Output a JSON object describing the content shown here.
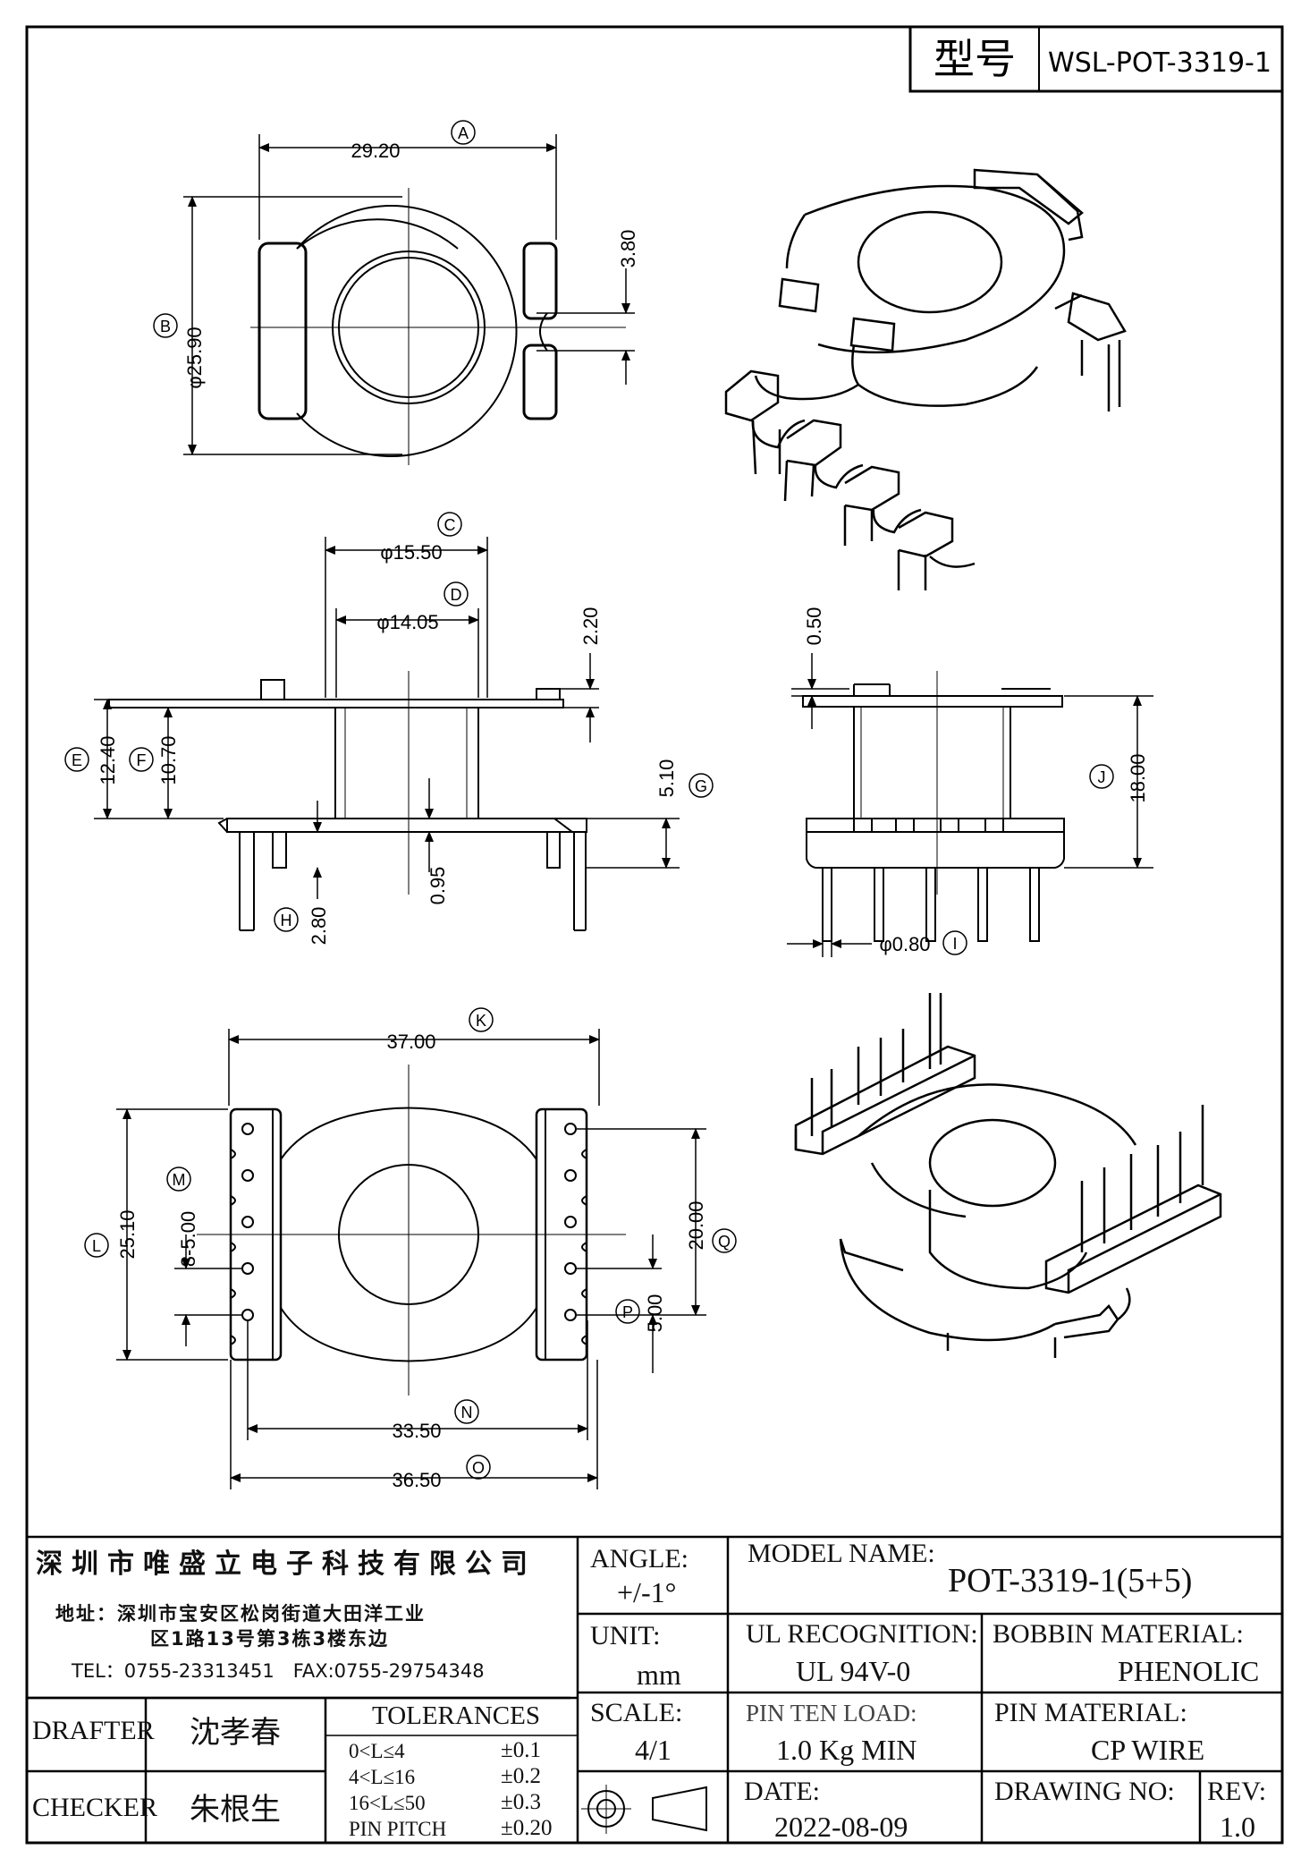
{
  "header": {
    "model_label": "型号",
    "model_value": "WSL-POT-3319-1"
  },
  "dimensions": {
    "a": "29.20",
    "a_tag": "A",
    "b": "φ25.90",
    "b_tag": "B",
    "notch": "3.80",
    "c": "φ15.50",
    "c_tag": "C",
    "d": "φ14.05",
    "d_tag": "D",
    "flange_top": "2.20",
    "e": "12.40",
    "e_tag": "E",
    "f": "10.70",
    "f_tag": "F",
    "g": "5.10",
    "g_tag": "G",
    "base": "0.95",
    "h": "2.80",
    "h_tag": "H",
    "side_top": "0.50",
    "j": "18.00",
    "j_tag": "J",
    "i": "φ0.80",
    "i_tag": "I",
    "k": "37.00",
    "k_tag": "K",
    "l": "25.10",
    "l_tag": "L",
    "m": "8-5.00",
    "m_tag": "M",
    "q": "20.00",
    "q_tag": "Q",
    "p": "5.00",
    "p_tag": "P",
    "n": "33.50",
    "n_tag": "N",
    "o": "36.50",
    "o_tag": "O"
  },
  "title_block": {
    "company": "深圳市唯盛立电子科技有限公司",
    "address_line1": "地址：深圳市宝安区松岗街道大田洋工业",
    "address_line2": "区1路13号第3栋3楼东边",
    "phone": "TEL：0755-23313451　FAX:0755-29754348",
    "angle_label": "ANGLE:",
    "angle_value": "+/-1°",
    "model_name_label": "MODEL NAME:",
    "model_name_value": "POT-3319-1(5+5)",
    "unit_label": "UNIT:",
    "unit_value": "mm",
    "ul_label": "UL RECOGNITION:",
    "ul_value": "UL 94V-0",
    "bobbin_label": "BOBBIN MATERIAL:",
    "bobbin_value": "PHENOLIC",
    "drafter_label": "DRAFTER",
    "drafter_value": "沈孝春",
    "checker_label": "CHECKER",
    "checker_value": "朱根生",
    "tolerances_label": "TOLERANCES",
    "tolerances": [
      {
        "range": "0<L≤4",
        "value": "±0.1"
      },
      {
        "range": "4<L≤16",
        "value": "±0.2"
      },
      {
        "range": "16<L≤50",
        "value": "±0.3"
      },
      {
        "range": "PIN PITCH",
        "value": "±0.20"
      }
    ],
    "scale_label": "SCALE:",
    "scale_value": "4/1",
    "pin_ten_label": "PIN TEN LOAD:",
    "pin_ten_value": "1.0 Kg MIN",
    "pin_material_label": "PIN MATERIAL:",
    "pin_material_value": "CP WIRE",
    "date_label": "DATE:",
    "date_value": "2022-08-09",
    "drawing_no_label": "DRAWING NO:",
    "drawing_no_value": "",
    "rev_label": "REV:",
    "rev_value": "1.0"
  }
}
